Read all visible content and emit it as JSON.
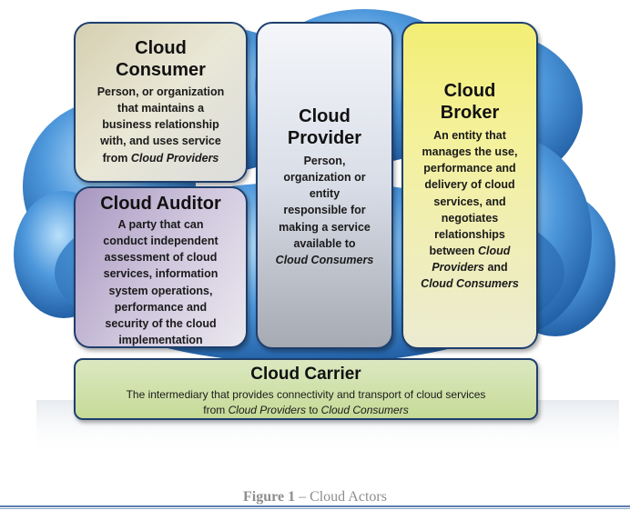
{
  "consumer": {
    "title_line1": "Cloud",
    "title_line2": "Consumer",
    "desc_lines": [
      "Person, or organization",
      "that maintains a",
      "business relationship",
      "with, and uses service"
    ],
    "desc_prefix": "from ",
    "desc_em": "Cloud Providers"
  },
  "auditor": {
    "title": "Cloud Auditor",
    "desc_lines": [
      "A party that can",
      "conduct independent",
      "assessment of cloud",
      "services, information",
      "system operations,",
      "performance and",
      "security of the cloud",
      "implementation"
    ]
  },
  "provider": {
    "title_line1": "Cloud",
    "title_line2": "Provider",
    "desc_lines": [
      "Person,",
      "organization or",
      "entity",
      "responsible for",
      "making a service",
      "available to"
    ],
    "desc_em": "Cloud Consumers"
  },
  "broker": {
    "title_line1": "Cloud",
    "title_line2": "Broker",
    "desc_lines": [
      "An entity that",
      "manages the use,",
      "performance and",
      "delivery of cloud",
      "services, and",
      "negotiates",
      "relationships"
    ],
    "desc_between": "between ",
    "desc_em1": "Cloud",
    "desc_em2": "Providers",
    "desc_and": " and",
    "desc_em3": "Cloud Consumers"
  },
  "carrier": {
    "title": "Cloud Carrier",
    "desc_line1": "The intermediary that provides connectivity and transport of cloud services",
    "desc_from": "from ",
    "desc_em1": "Cloud Providers",
    "desc_to": " to ",
    "desc_em2": "Cloud Consumers"
  },
  "caption": {
    "figure_num": "Figure 1",
    "separator": " – ",
    "text": "Cloud Actors"
  },
  "colors": {
    "cloud_light": "#8fc8f0",
    "cloud_dark": "#1d5fa8",
    "box_border": "#1e3f6d"
  }
}
